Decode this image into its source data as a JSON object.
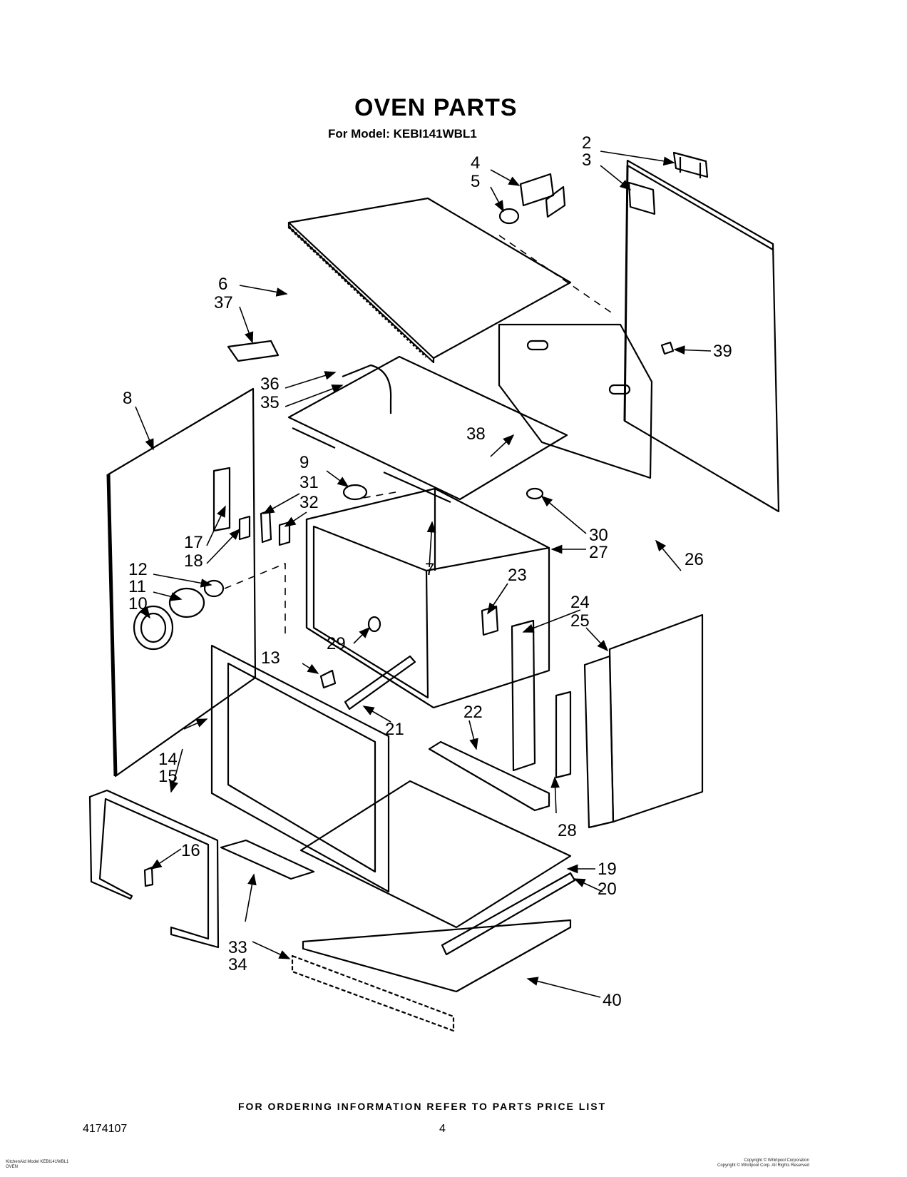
{
  "header": {
    "title": "OVEN PARTS",
    "model_label": "For Model:",
    "model_number": "KEBI141WBL1"
  },
  "callouts": [
    "2",
    "3",
    "4",
    "5",
    "6",
    "37",
    "39",
    "36",
    "35",
    "8",
    "38",
    "9",
    "31",
    "32",
    "30",
    "27",
    "26",
    "17",
    "18",
    "7",
    "12",
    "11",
    "23",
    "10",
    "24",
    "25",
    "29",
    "13",
    "21",
    "22",
    "14",
    "15",
    "28",
    "16",
    "19",
    "20",
    "33",
    "34",
    "40"
  ],
  "footer": {
    "ordering_note": "FOR ORDERING INFORMATION REFER TO PARTS PRICE LIST",
    "document_number": "4174107",
    "page_number": "4"
  },
  "fine_print": {
    "left_line1": "KitchenAid Model KEBI141WBL1",
    "left_line2": "OVEN",
    "right_line1": "Copyright © Whirlpool Corporation",
    "right_line2": "Copyright © Whirlpool Corp. All Rights Reserved"
  }
}
